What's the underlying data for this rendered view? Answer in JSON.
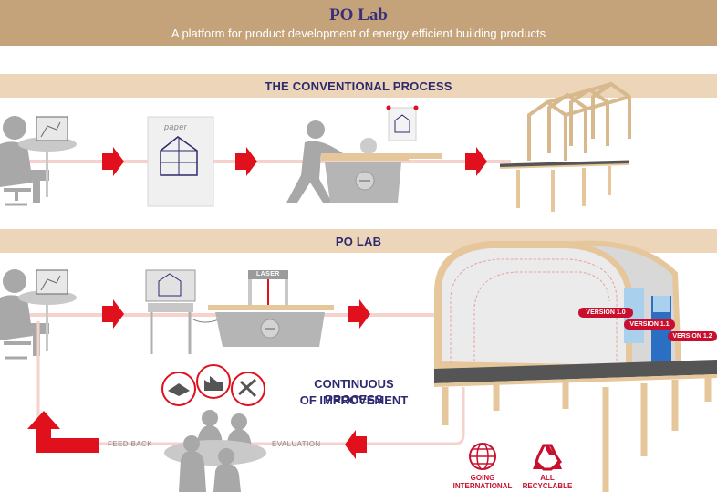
{
  "header": {
    "title": "PO Lab",
    "subtitle": "A platform for product development of energy efficient building products"
  },
  "conventional": {
    "band_label": "THE CONVENTIONAL PROCESS",
    "paper_label": "paper"
  },
  "polab": {
    "band_label": "PO LAB",
    "laser_label": "LASER",
    "caption_line1": "CONTINUOUS PROCESS",
    "caption_line2": "OF IMPROVEMENT",
    "feedback_label": "FEED BACK",
    "evaluation_label": "EVALUATION",
    "versions": [
      "VERSION 1.0",
      "VERSION 1.1",
      "VERSION 1.2"
    ]
  },
  "badges": {
    "international_line1": "GOING",
    "international_line2": "INTERNATIONAL",
    "recycle_line1": "ALL",
    "recycle_line2": "RECYCLABLE"
  },
  "colors": {
    "header_bg": "#c4a27a",
    "band_bg": "#ecd5b9",
    "title_text": "#3a2f7a",
    "arrow_red": "#e0101c",
    "figure_gray": "#a8a8a8",
    "wood": "#e6c79b"
  }
}
